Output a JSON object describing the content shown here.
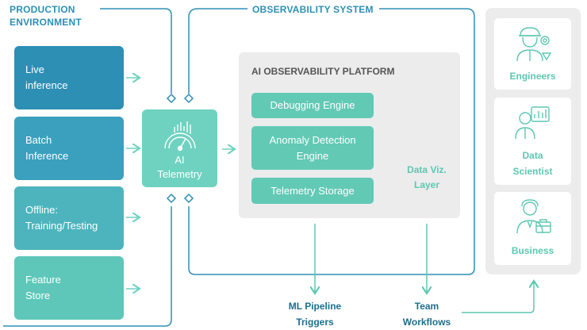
{
  "production": {
    "title": "PRODUCTION\nENVIRONMENT",
    "boxes": [
      {
        "label": "Live\ninference",
        "color": "#2e8fb5"
      },
      {
        "label": "Batch\nInference",
        "color": "#3ba0bd"
      },
      {
        "label": "Offline:\nTraining/Testing",
        "color": "#4db4bd"
      },
      {
        "label": "Feature\nStore",
        "color": "#5ec7b9"
      }
    ]
  },
  "telemetry": {
    "label": "AI\nTelemetry"
  },
  "observability": {
    "title": "OBSERVABILITY SYSTEM",
    "platform_title": "AI OBSERVABILITY PLATFORM",
    "engines": [
      "Debugging Engine",
      "Anomaly Detection\nEngine",
      "Telemetry Storage"
    ],
    "viz_label": "Data Viz.\nLayer"
  },
  "outputs": [
    "ML Pipeline\nTriggers",
    "Team\nWorkflows"
  ],
  "teams": [
    "Engineers",
    "Data\nScientist",
    "Business"
  ],
  "colors": {
    "line": "#2e8fb5",
    "teal": "#5ec7b3",
    "dark_blue": "#1d6f8e"
  }
}
